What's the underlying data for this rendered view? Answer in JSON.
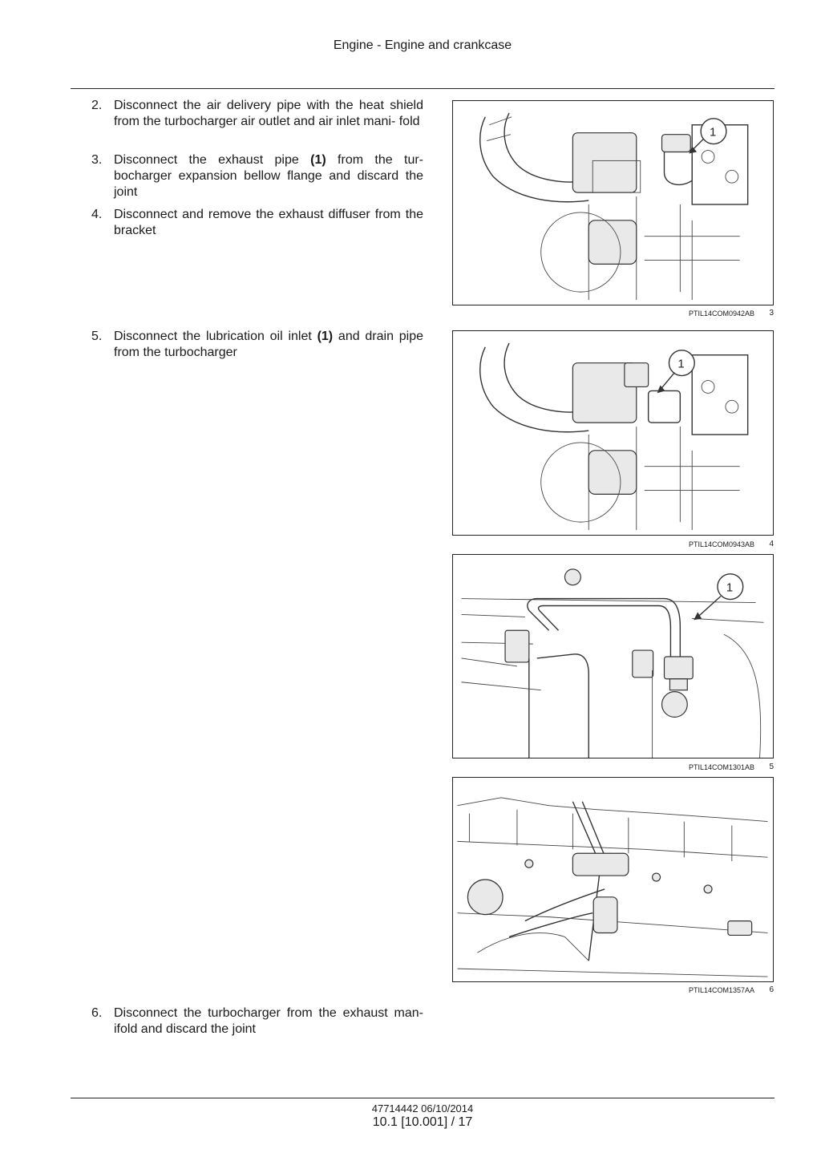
{
  "header": {
    "title": "Engine - Engine and crankcase"
  },
  "steps": [
    {
      "num": "2.",
      "text": "Disconnect the air delivery pipe with the heat shield from the turbocharger air outlet and air inlet mani- fold"
    },
    {
      "num": "3.",
      "pre": "Disconnect the exhaust pipe ",
      "bold": "(1)",
      "post": " from the tur- bocharger expansion bellow flange and discard the joint"
    },
    {
      "num": "4.",
      "text": "Disconnect and remove the exhaust diffuser from the bracket"
    },
    {
      "num": "5.",
      "pre": "Disconnect the lubrication oil inlet ",
      "bold": "(1)",
      "post": " and drain pipe from the turbocharger"
    },
    {
      "num": "6.",
      "text": "Disconnect the turbocharger from the exhaust man- ifold and discard the joint"
    }
  ],
  "figures": [
    {
      "code": "PTIL14COM0942AB",
      "index": "3",
      "callout": "1"
    },
    {
      "code": "PTIL14COM0943AB",
      "index": "4",
      "callout": "1"
    },
    {
      "code": "PTIL14COM1301AB",
      "index": "5",
      "callout": "1"
    },
    {
      "code": "PTIL14COM1357AA",
      "index": "6"
    }
  ],
  "footer": {
    "doc_ref": "47714442 06/10/2014",
    "page": "10.1 [10.001] / 17"
  }
}
